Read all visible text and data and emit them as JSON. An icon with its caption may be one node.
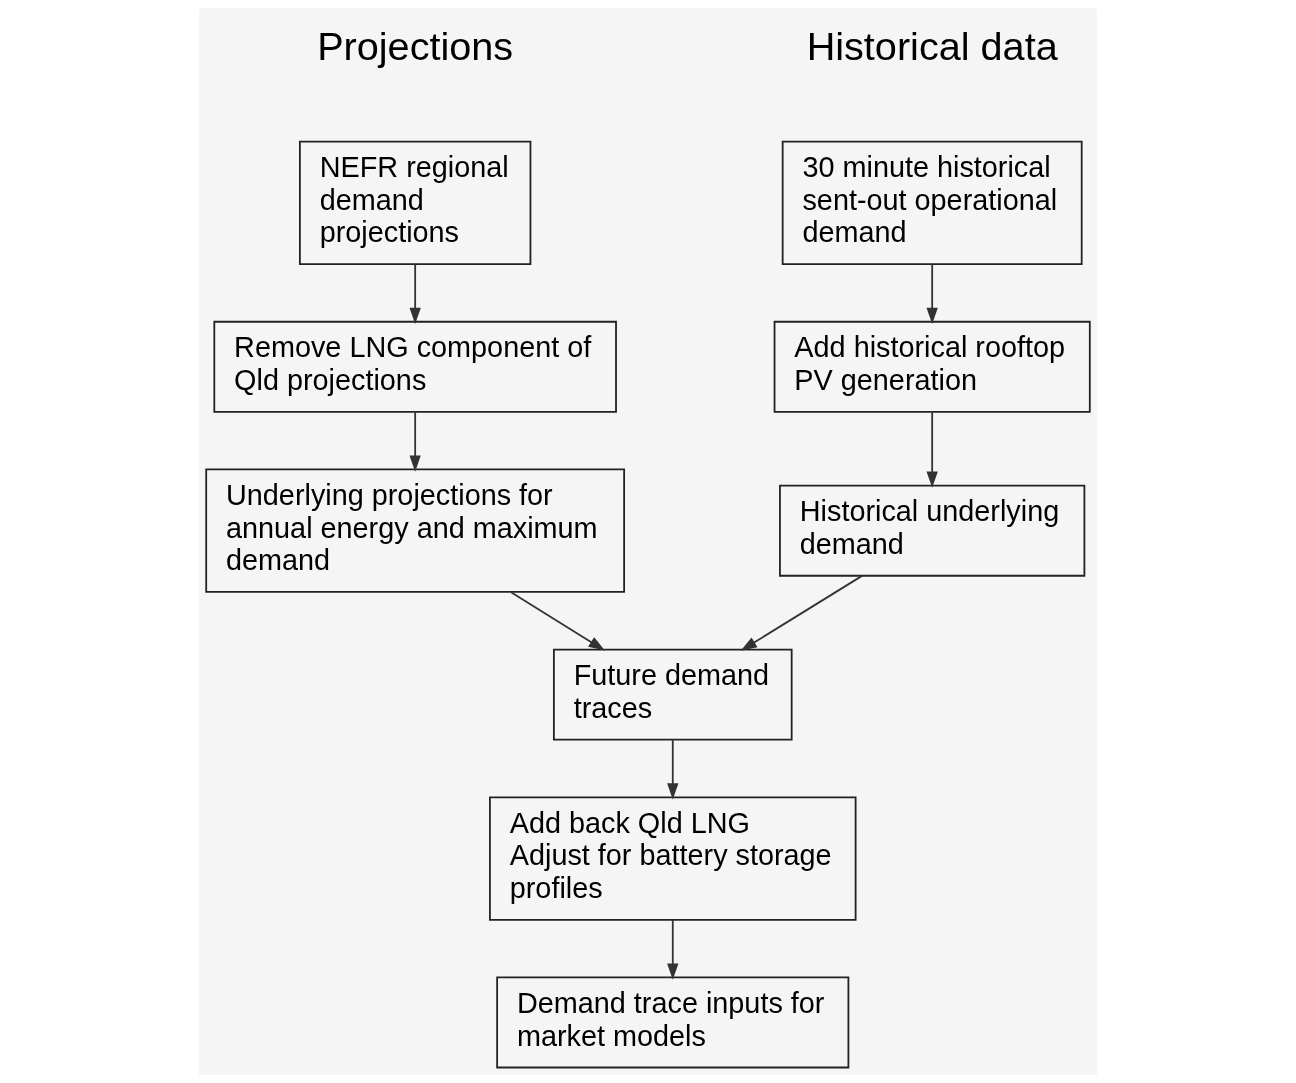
{
  "diagram": {
    "nodes": [
      {
        "text": [
          "30 minute historical sent-out operational demand"
        ]
      },
      {
        "text": [
          "NEFR regional demand projections"
        ]
      },
      {
        "text": [
          "Add historical rooftop PV generation"
        ]
      },
      {
        "text": [
          "Remove LNG component of Qld projections"
        ]
      },
      {
        "text": [
          "Historical underlying demand"
        ]
      },
      {
        "text": [
          "Underlying projections for annual energy and maximum demand"
        ]
      },
      {
        "text": [
          "Future demand traces"
        ]
      },
      {
        "text": [
          "Add back Qld LNG",
          "Adjust for battery storage profiles"
        ]
      },
      {
        "text": [
          "Demand trace inputs for market models"
        ]
      }
    ],
    "edges": [
      {
        "from": 0,
        "to": 2,
        "arrow": "to"
      },
      {
        "from": 1,
        "to": 3,
        "arrow": "to"
      },
      {
        "from": 2,
        "to": 4,
        "arrow": "to"
      },
      {
        "from": 3,
        "to": 5,
        "arrow": "to"
      },
      {
        "from": 4,
        "to": 6,
        "arrow": "to"
      },
      {
        "from": 5,
        "to": 6,
        "arrow": "to"
      },
      {
        "from": 6,
        "to": 7,
        "arrow": "to"
      },
      {
        "from": 7,
        "to": 8,
        "arrow": "to"
      }
    ],
    "labels": [
      "Historical data",
      "Projections"
    ]
  }
}
